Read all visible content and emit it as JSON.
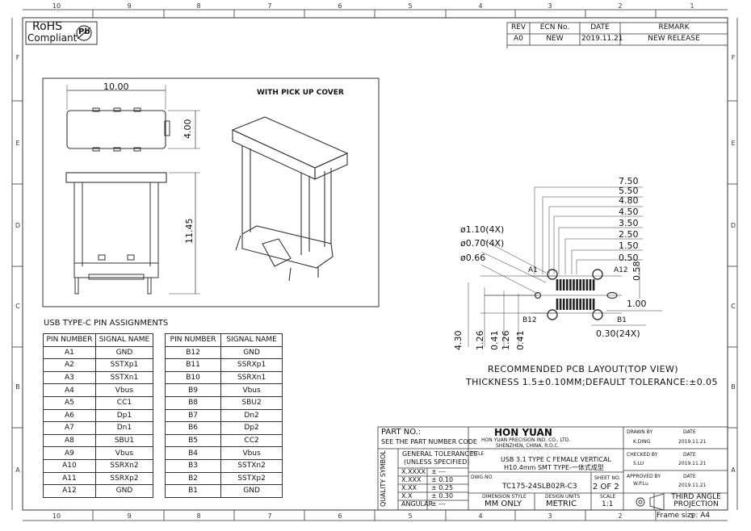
{
  "zones": {
    "columns": [
      "10",
      "9",
      "8",
      "7",
      "6",
      "5",
      "4",
      "3",
      "2",
      "1"
    ],
    "rows": [
      "F",
      "E",
      "D",
      "C",
      "B",
      "A"
    ]
  },
  "rohs": {
    "line1": "RoHS",
    "line2": "Compliant",
    "mark": "Pb"
  },
  "revision_table": {
    "headers": [
      "REV",
      "ECN No.",
      "DATE",
      "REMARK"
    ],
    "row": [
      "A0",
      "NEW",
      "2019.11.21",
      "NEW RELEASE"
    ]
  },
  "drawing": {
    "top_width": "10.00",
    "top_height": "4.00",
    "side_height": "11.45",
    "pick_up_label": "WITH PICK UP COVER"
  },
  "pcb": {
    "dims_top": [
      "7.50",
      "5.50",
      "4.80",
      "4.50",
      "3.50",
      "2.50",
      "1.50",
      "0.50"
    ],
    "hole_labels": [
      "ø1.10(4X)",
      "ø0.70(4X)",
      "ø0.66"
    ],
    "dim_right": "0.58",
    "dim_mid": "1.00",
    "dim_pitch": "0.30(24X)",
    "dims_bottom": [
      "4.30",
      "1.26",
      "0.41",
      "1.26",
      "0.41"
    ],
    "pin_labels": {
      "a1": "A1",
      "a12": "A12",
      "b12": "B12",
      "b1": "B1"
    },
    "caption1": "RECOMMENDED PCB LAYOUT(TOP VIEW)",
    "caption2": "THICKNESS 1.5±0.10MM;DEFAULT TOLERANCE:±0.05"
  },
  "pin_assignments": {
    "title": "USB TYPE-C PIN ASSIGNMENTS",
    "headers": [
      "PIN NUMBER",
      "SIGNAL NAME"
    ],
    "left": [
      [
        "A1",
        "GND"
      ],
      [
        "A2",
        "SSTXp1"
      ],
      [
        "A3",
        "SSTXn1"
      ],
      [
        "A4",
        "Vbus"
      ],
      [
        "A5",
        "CC1"
      ],
      [
        "A6",
        "Dp1"
      ],
      [
        "A7",
        "Dn1"
      ],
      [
        "A8",
        "SBU1"
      ],
      [
        "A9",
        "Vbus"
      ],
      [
        "A10",
        "SSRXn2"
      ],
      [
        "A11",
        "SSRXp2"
      ],
      [
        "A12",
        "GND"
      ]
    ],
    "right": [
      [
        "B12",
        "GND"
      ],
      [
        "B11",
        "SSRXp1"
      ],
      [
        "B10",
        "SSRXn1"
      ],
      [
        "B9",
        "Vbus"
      ],
      [
        "B8",
        "SBU2"
      ],
      [
        "B7",
        "Dn2"
      ],
      [
        "B6",
        "Dp2"
      ],
      [
        "B5",
        "CC2"
      ],
      [
        "B4",
        "Vbus"
      ],
      [
        "B3",
        "SSTXn2"
      ],
      [
        "B2",
        "SSTXp2"
      ],
      [
        "B1",
        "GND"
      ]
    ]
  },
  "title_block": {
    "part_no_label": "PART NO.:",
    "part_no_value": "SEE THE PART NUMBER CODE",
    "company": "HON YUAN",
    "company_line2": "HON YUAN PRECISION IND. CO., LTD.",
    "company_line3": "SHENZHEN, CHINA, R.O.C.",
    "quality_symbol": "QUALITY SYMBOL",
    "general_tol": "GENERAL TOLERANCES",
    "unless": "(UNLESS SPECIFIED)",
    "tolerances": [
      [
        "X.XXXX",
        "± ---"
      ],
      [
        "X.XXX",
        "± 0.10"
      ],
      [
        "X.XX",
        "± 0.25"
      ],
      [
        "X.X",
        "± 0.30"
      ],
      [
        "ANGULAR",
        "± ---"
      ]
    ],
    "title_label": "TITLE",
    "title_line1": "USB 3.1 TYPE C FEMALE VERTICAL",
    "title_line2": "H10.4mm SMT TYPE-一体式成型",
    "dwg_label": "DWG.NO.",
    "dwg_no": "TC175-24SLB02R-C3",
    "sheet_label": "SHEET NO.",
    "sheet_value": "2 OF 2",
    "dim_style_label": "DIMENSION STYLE",
    "dim_style_value": "MM ONLY",
    "design_units_label": "DESIGN UNITS",
    "design_units_value": "METRIC",
    "scale_label": "SCALE",
    "scale_value": "1:1",
    "drawn_by_label": "DRAWN BY",
    "drawn_by": "K.DING",
    "checked_by_label": "CHECKED BY",
    "checked_by": "S.LU",
    "approved_by_label": "APPROVED BY",
    "approved_by": "W.P.Lu",
    "date_label": "DATE",
    "date_value": "2019.11.21",
    "projection": "THIRD ANGLE PROJECTION",
    "frame_size": "Frame size: A4"
  }
}
